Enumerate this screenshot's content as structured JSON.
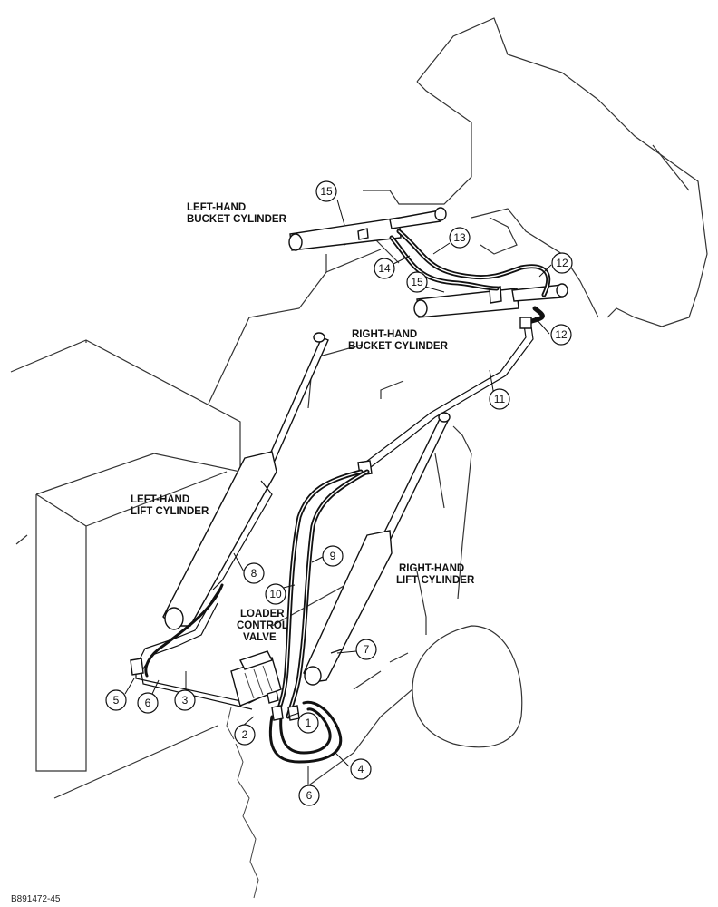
{
  "labels": {
    "lh_bucket_1": "LEFT-HAND",
    "lh_bucket_2": "BUCKET CYLINDER",
    "rh_bucket_1": "RIGHT-HAND",
    "rh_bucket_2": "BUCKET CYLINDER",
    "lh_lift_1": "LEFT-HAND",
    "lh_lift_2": "LIFT CYLINDER",
    "rh_lift_1": "RIGHT-HAND",
    "rh_lift_2": "LIFT CYLINDER",
    "valve_1": "LOADER",
    "valve_2": "CONTROL",
    "valve_3": "VALVE"
  },
  "callouts": {
    "c1": "1",
    "c2": "2",
    "c3": "3",
    "c4": "4",
    "c5": "5",
    "c6a": "6",
    "c6b": "6",
    "c7": "7",
    "c8": "8",
    "c9": "9",
    "c10": "10",
    "c11": "11",
    "c12a": "12",
    "c12b": "12",
    "c13": "13",
    "c14": "14",
    "c15a": "15",
    "c15b": "15"
  },
  "figure_code": "B891472-45"
}
